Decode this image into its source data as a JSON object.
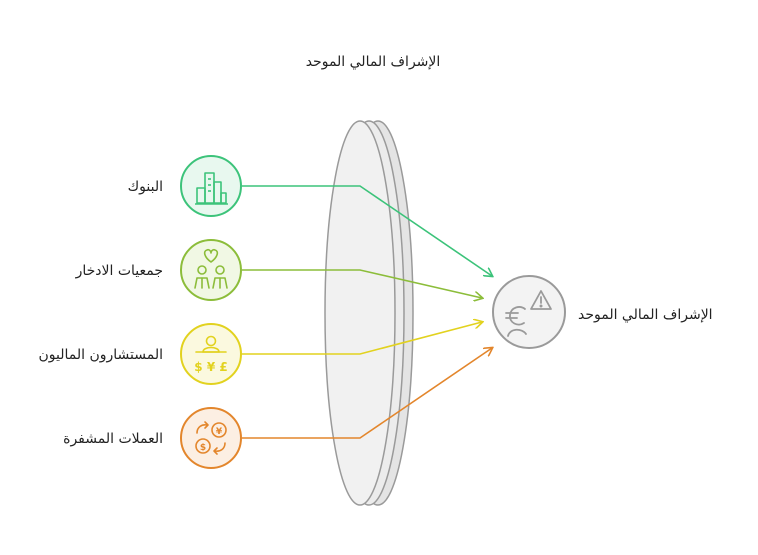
{
  "diagram": {
    "title": "الإشراف المالي الموحد",
    "inputs": [
      {
        "label": "البنوك",
        "icon": "buildings-icon",
        "color": "#3cc37a",
        "fill": "#e8f8ef"
      },
      {
        "label": "جمعيات الادخار",
        "icon": "community-people-icon",
        "color": "#8cbd3a",
        "fill": "#f1f8e4"
      },
      {
        "label": "المستشارون الماليون",
        "icon": "advisor-currency-icon",
        "color": "#e2d21f",
        "fill": "#fbf9df"
      },
      {
        "label": "العملات المشفرة",
        "icon": "currency-exchange-icon",
        "color": "#e3862c",
        "fill": "#fcefe3"
      }
    ],
    "output": {
      "label": "الإشراف المالي الموحد",
      "icon": "euro-alert-icon",
      "color": "#9a9a9a"
    },
    "lens_color": "#f1f1f1"
  }
}
